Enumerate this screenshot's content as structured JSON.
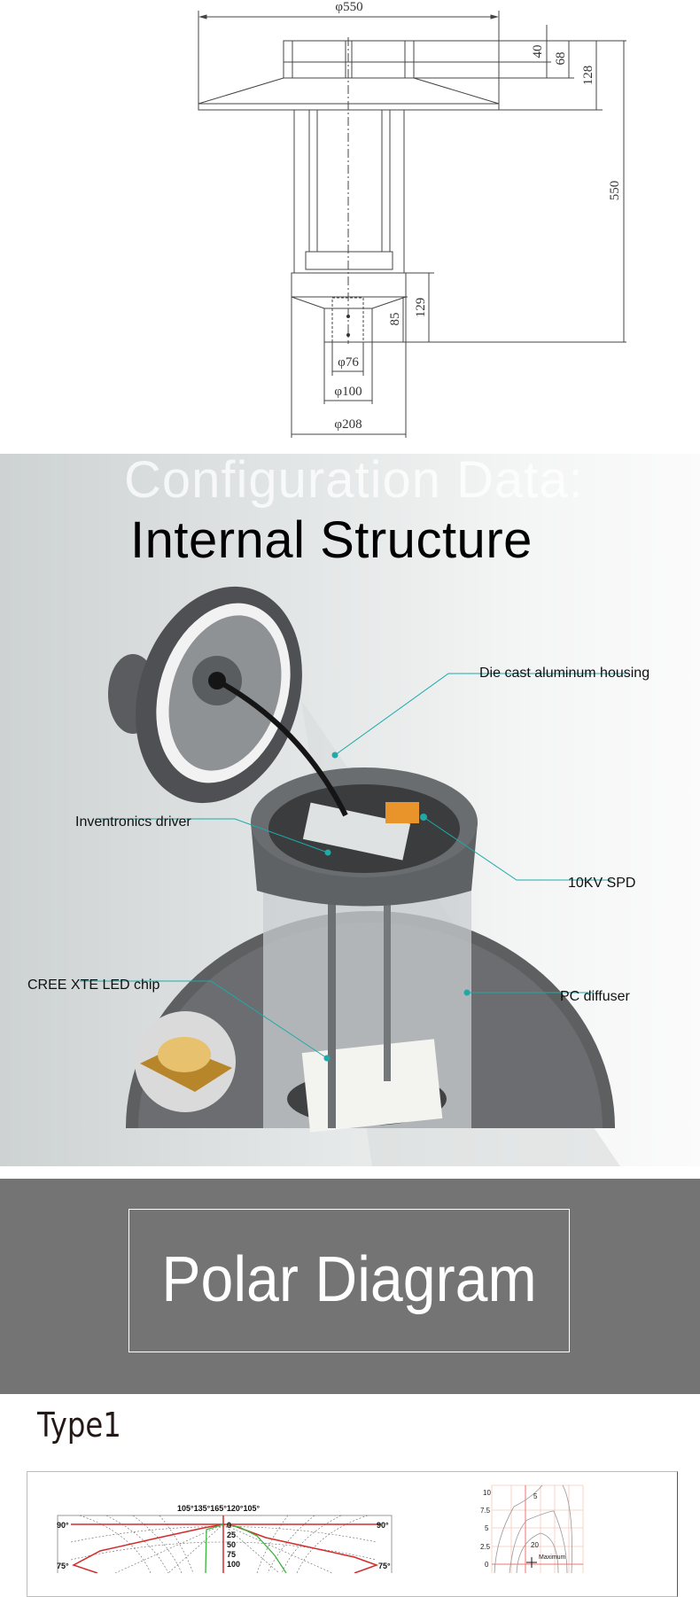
{
  "dimension_drawing": {
    "labels": {
      "top_diameter": "φ550",
      "d40": "40",
      "d68": "68",
      "d128": "128",
      "height": "550",
      "d129": "129",
      "d85": "85",
      "dia76": "φ76",
      "dia100": "φ100",
      "dia208": "φ208"
    }
  },
  "internal_structure": {
    "ghost_text": "Configuration Data:",
    "title": "Internal Structure",
    "callouts": {
      "housing": "Die cast aluminum housing",
      "driver": "Inventronics driver",
      "spd": "10KV SPD",
      "led": "CREE XTE LED chip",
      "diffuser": "PC diffuser"
    },
    "accent_color": "#1fa9a9"
  },
  "polar_banner": {
    "title": "Polar Diagram"
  },
  "type_section": {
    "title": "Type1",
    "polar_chart": {
      "top_angles": "105°135°165°120°105°",
      "side_left_90": "90°",
      "side_right_90": "90°",
      "side_left_75": "75°",
      "side_right_75": "75°",
      "radial_ticks": [
        "0",
        "25",
        "50",
        "75",
        "100"
      ]
    },
    "isolux_chart": {
      "y_ticks": [
        "10",
        "7.5",
        "5",
        "2.5",
        "0"
      ],
      "contour_label_5": "5",
      "contour_label_20": "20",
      "max_label": "Maximum"
    }
  }
}
